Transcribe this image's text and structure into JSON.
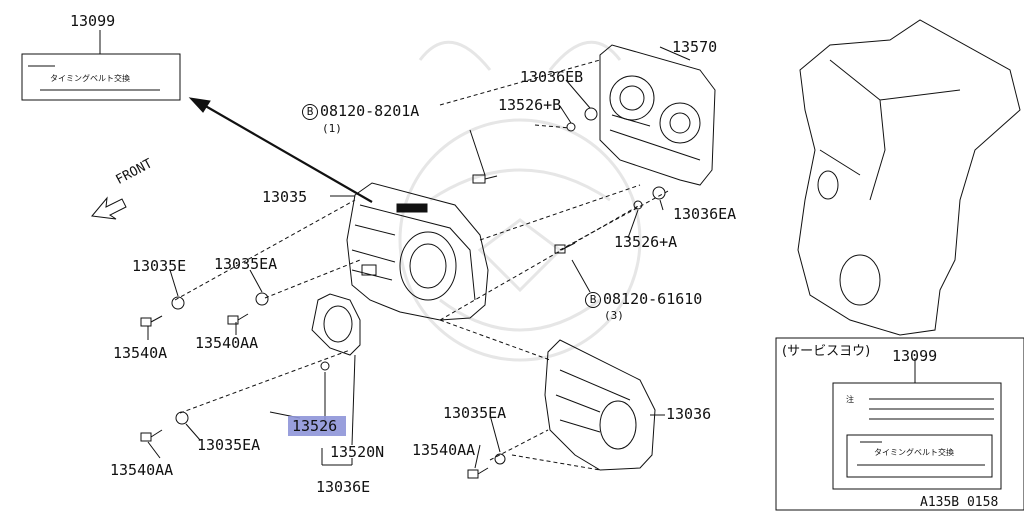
{
  "labels": {
    "p13099_top": "13099",
    "p13570": "13570",
    "p13036EB": "13036EB",
    "p13526B": "13526+B",
    "bolt1_code": "08120-8201A",
    "bolt1_circle": "B",
    "bolt1_qty": "(1)",
    "front": "FRONT",
    "p13035": "13035",
    "p13036EA_right": "13036EA",
    "p13526A": "13526+A",
    "p13035E": "13035E",
    "p13035EA_top": "13035EA",
    "bolt2_circle": "B",
    "bolt2_code": "08120-61610",
    "bolt2_qty": "(3)",
    "p13540A": "13540A",
    "p13540AA_mid": "13540AA",
    "p13526": "13526",
    "p13035EA_bottom": "13035EA",
    "p13520N": "13520N",
    "p13540AA_bottom": "13540AA",
    "p13036E": "13036E",
    "p13035EA_lower": "13035EA",
    "p13540AA_lower": "13540AA",
    "p13036": "13036",
    "service_heading": "(サービスヨウ)",
    "service_part": "13099",
    "note_prefix": "注",
    "sticker_text_top": "タイミングベルト交換",
    "sticker_text_service": "タイミングベルト交換",
    "figure_code": "A135B 0158"
  },
  "highlight": {
    "part": "13526",
    "color": "#8e95d8"
  }
}
